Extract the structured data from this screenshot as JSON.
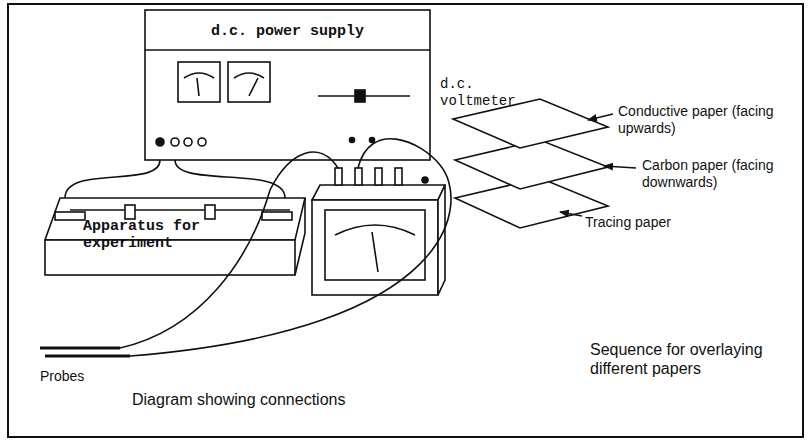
{
  "diagram": {
    "nodes": [
      {
        "text": [
          "d.c. power supply"
        ]
      },
      {
        "text": [
          "Apparatus for experiment"
        ]
      }
    ],
    "edges": [
      {
        "from": 0,
        "to": 1,
        "arrow": "none"
      },
      {
        "from": 0,
        "to": 1,
        "arrow": "none"
      }
    ],
    "labels": [
      "d.c. voltmeter",
      "Probes",
      "Diagram showing connections",
      "Conductive paper (facing upwards)",
      "Carbon paper (facing downwards)",
      "Tracing paper",
      "Sequence for overlaying different papers"
    ]
  }
}
